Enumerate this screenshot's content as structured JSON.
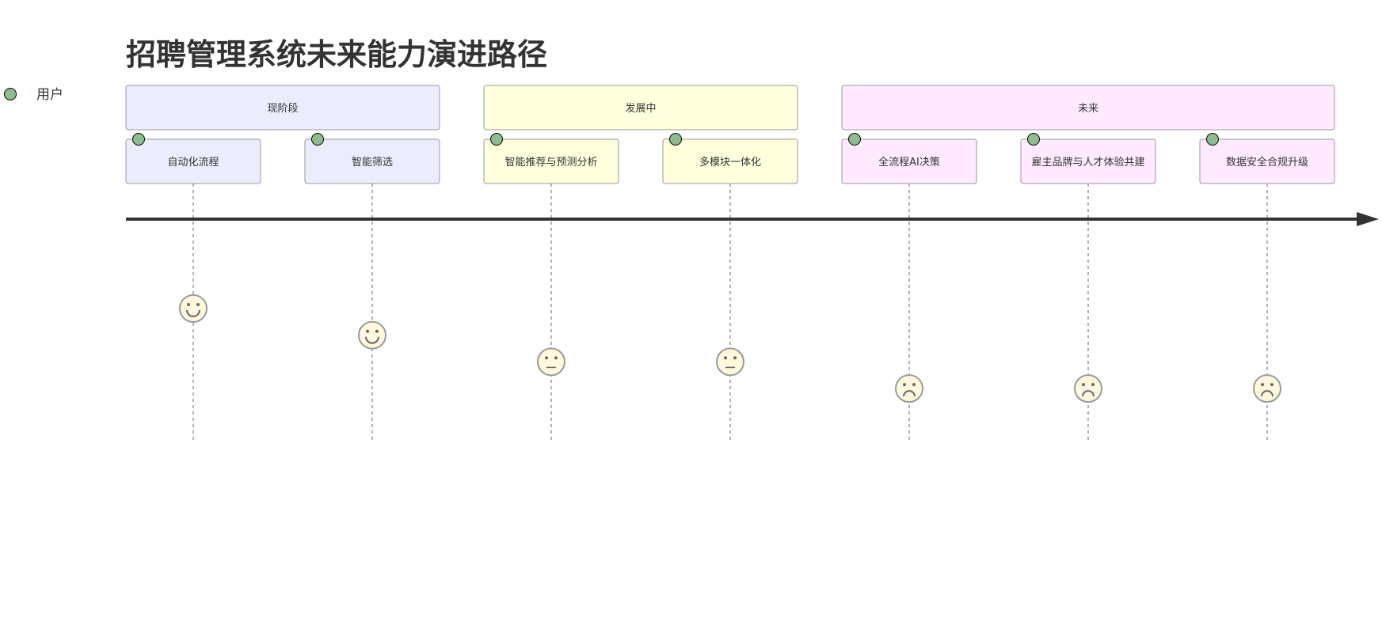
{
  "title": "招聘管理系统未来能力演进路径",
  "actors": [
    {
      "name": "用户",
      "color": "#8fbc8f"
    }
  ],
  "sections": [
    {
      "label": "现阶段",
      "fill": "#ececff",
      "task_count": 2
    },
    {
      "label": "发展中",
      "fill": "#ffffde",
      "task_count": 2
    },
    {
      "label": "未来",
      "fill": "#ffeaff",
      "task_count": 3
    }
  ],
  "tasks": [
    {
      "label": "自动化流程",
      "section": 0,
      "score": 5,
      "mood": "happy",
      "actors": [
        "用户"
      ]
    },
    {
      "label": "智能筛选",
      "section": 0,
      "score": 4,
      "mood": "happy",
      "actors": [
        "用户"
      ]
    },
    {
      "label": "智能推荐与预测分析",
      "section": 1,
      "score": 3,
      "mood": "neutral",
      "actors": [
        "用户"
      ]
    },
    {
      "label": "多模块一体化",
      "section": 1,
      "score": 3,
      "mood": "neutral",
      "actors": [
        "用户"
      ]
    },
    {
      "label": "全流程AI决策",
      "section": 2,
      "score": 2,
      "mood": "sad",
      "actors": [
        "用户"
      ]
    },
    {
      "label": "雇主品牌与人才体验共建",
      "section": 2,
      "score": 2,
      "mood": "sad",
      "actors": [
        "用户"
      ]
    },
    {
      "label": "数据安全合规升级",
      "section": 2,
      "score": 2,
      "mood": "sad",
      "actors": [
        "用户"
      ]
    }
  ],
  "colors": {
    "text": "#333333",
    "box_stroke": "#9a9a9a",
    "actor_dot": "#8fbc8f",
    "face_fill": "#fff8dc",
    "face_stroke": "#999999",
    "axis": "#333333",
    "dash": "#666666"
  }
}
